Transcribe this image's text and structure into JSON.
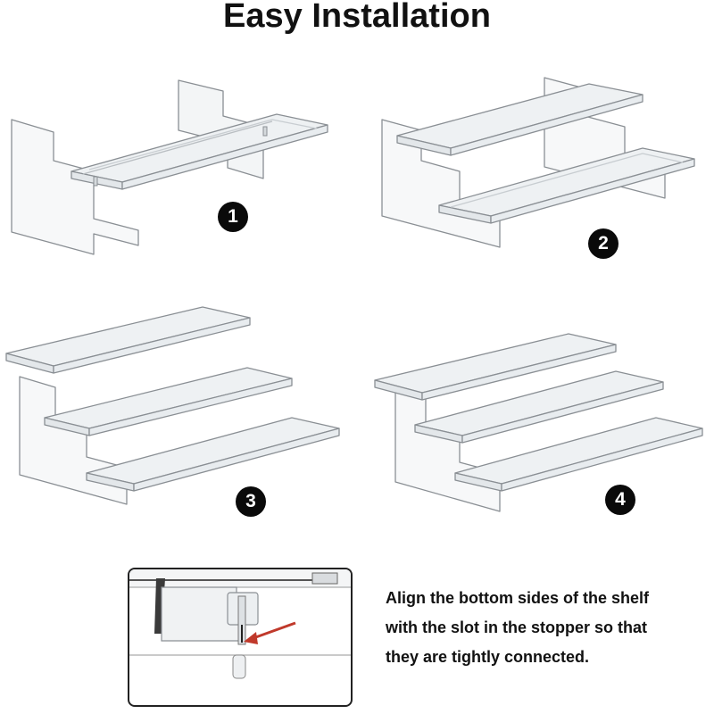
{
  "title": "Easy Installation",
  "steps": [
    {
      "badge": "1",
      "shelves": 1
    },
    {
      "badge": "2",
      "shelves": 2
    },
    {
      "badge": "3",
      "shelves": 3
    },
    {
      "badge": "4",
      "shelves": 3
    }
  ],
  "instruction_lines": [
    "Align the bottom sides of the shelf",
    "with the slot in the stopper so that",
    "they are tightly connected."
  ],
  "colors": {
    "shelf_stroke": "#8a8f94",
    "shelf_fill": "#f2f4f5",
    "arrow": "#c0392b",
    "badge": "#0a0a0a"
  }
}
